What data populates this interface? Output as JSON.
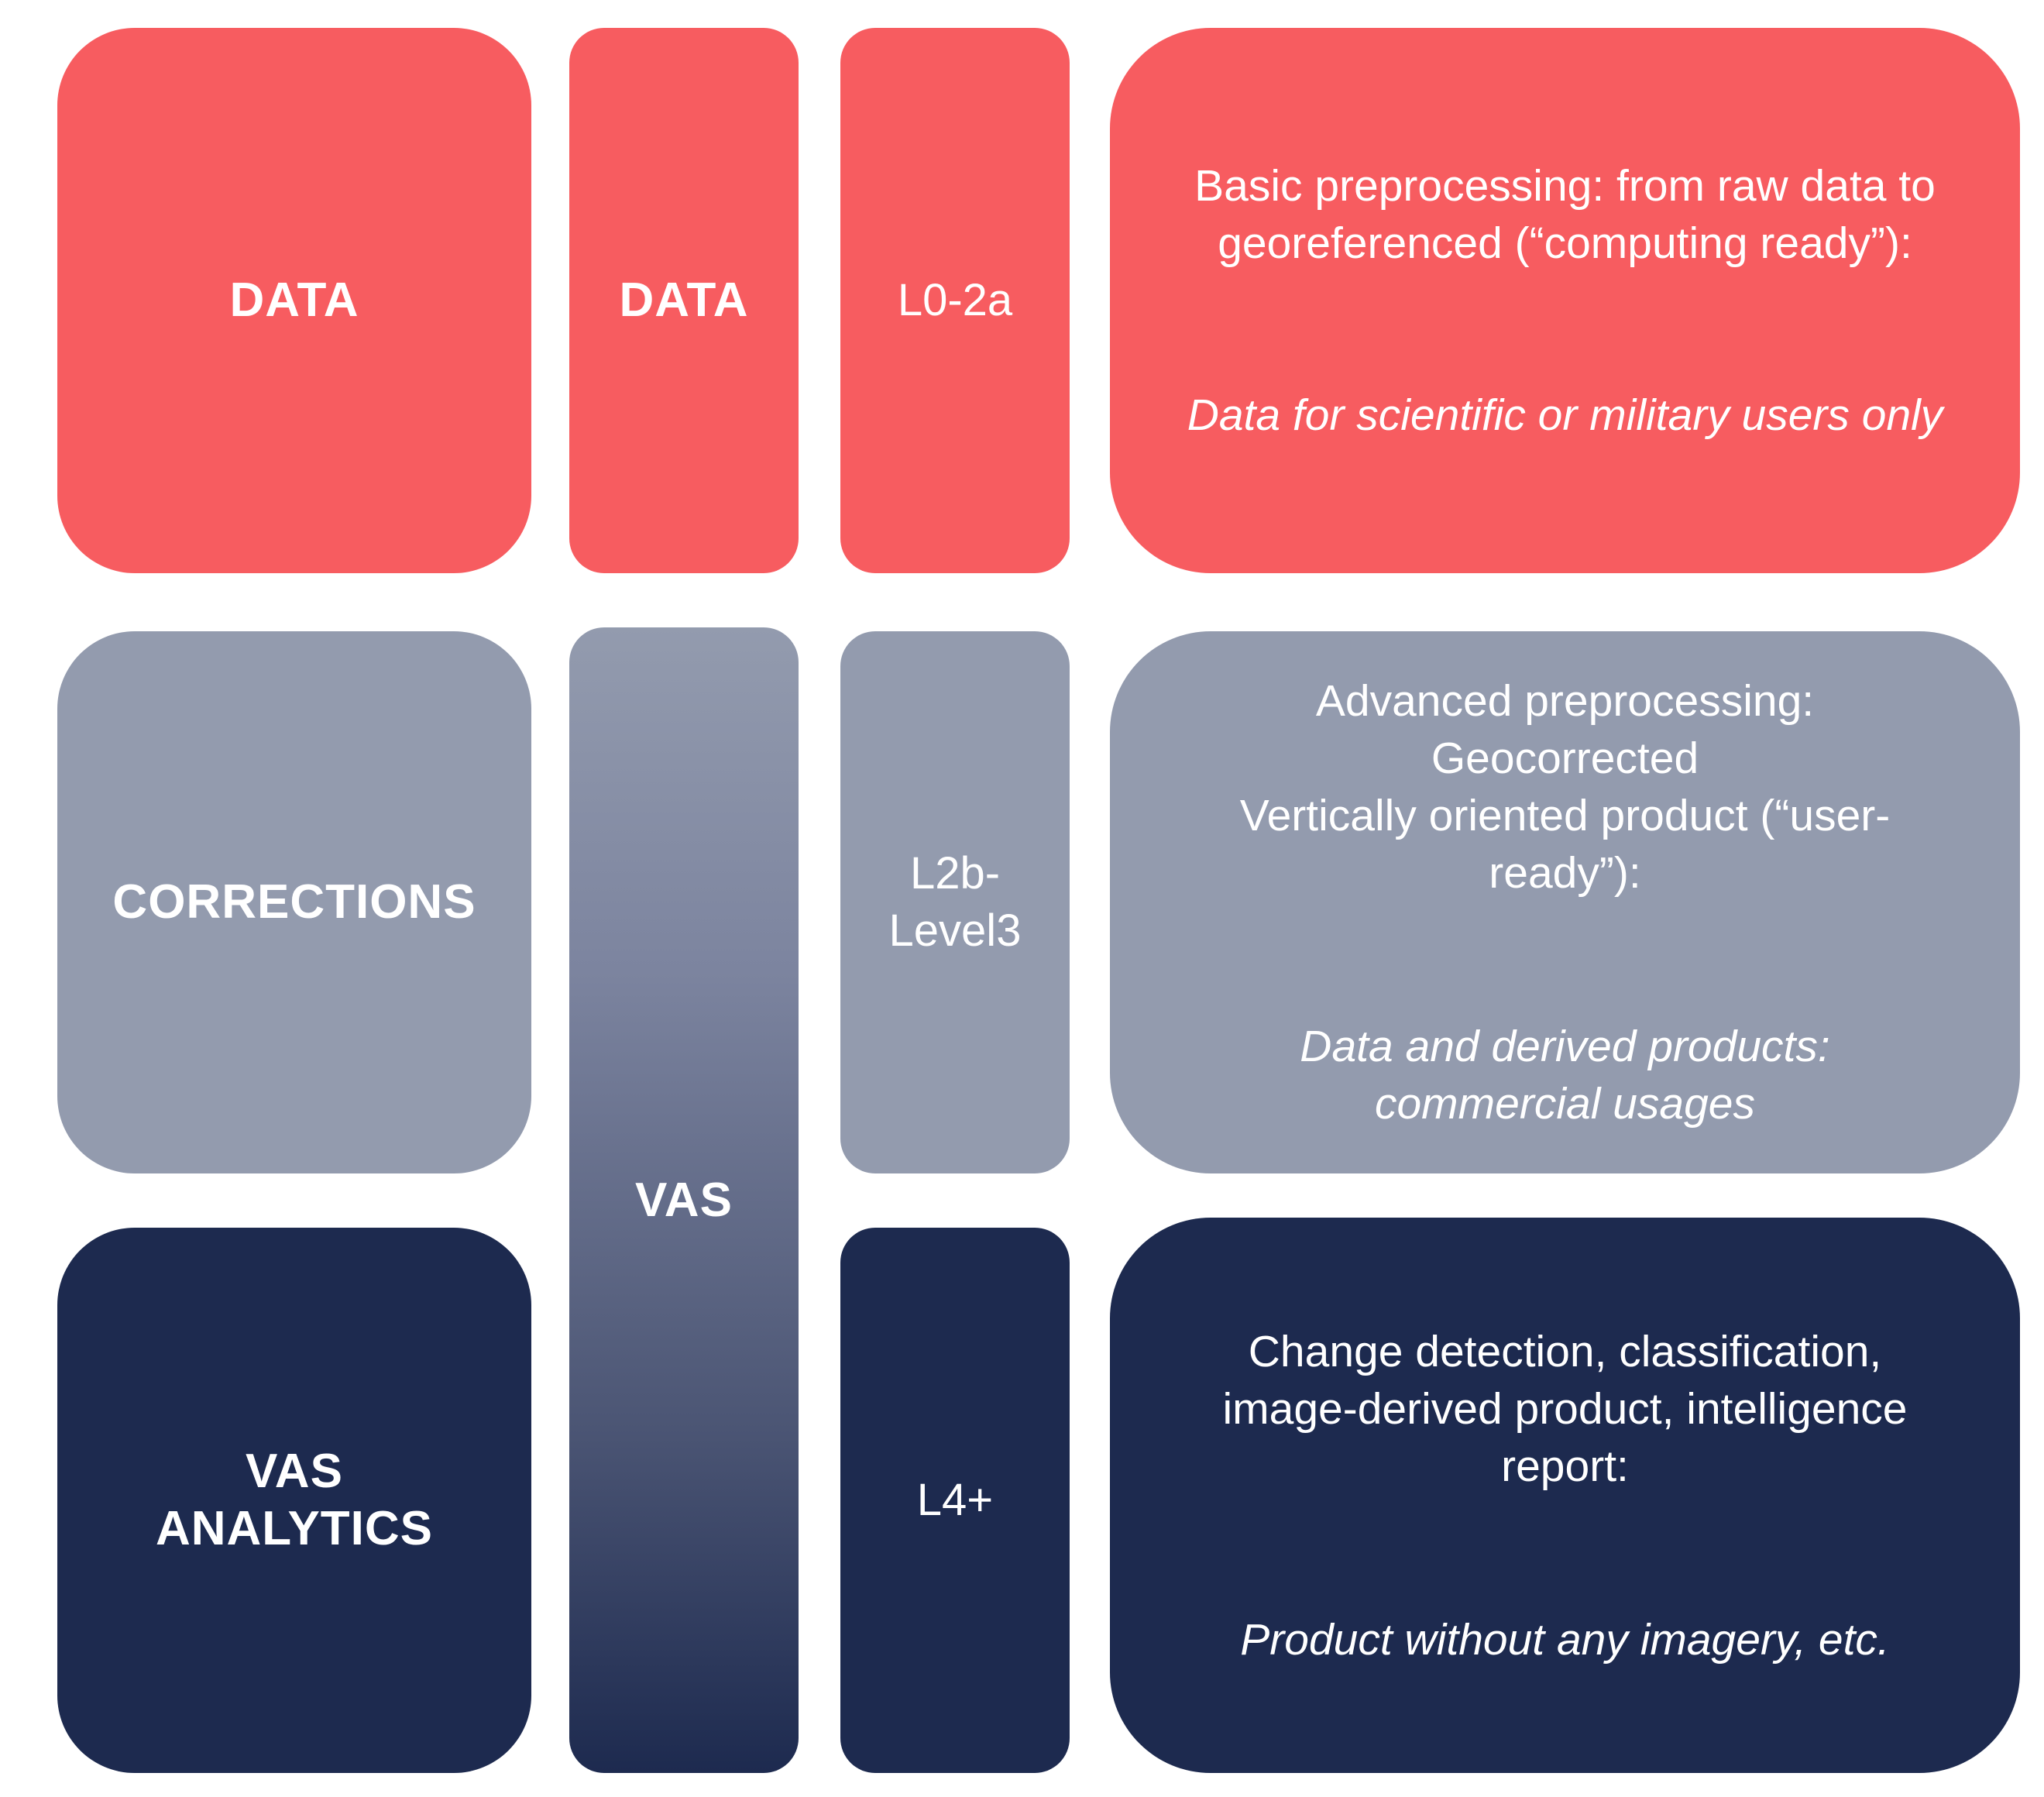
{
  "colors": {
    "red": "#f75c60",
    "gray": "#939bae",
    "navy": "#1d2a4f"
  },
  "rows": [
    {
      "category": "DATA",
      "group": "DATA",
      "level": "L0-2a",
      "description": [
        "Basic preprocessing: from raw data to",
        "georeferenced (“computing ready”):"
      ],
      "usage": [
        "Data for scientific or military users only"
      ]
    },
    {
      "category": "CORRECTIONS",
      "level": [
        "L2b-",
        "Level3"
      ],
      "description": [
        "Advanced preprocessing:",
        "Geocorrected",
        "Vertically oriented product (“user-",
        "ready”):"
      ],
      "usage": [
        "Data and derived products:",
        "commercial usages"
      ]
    },
    {
      "category": [
        "VAS",
        "ANALYTICS"
      ],
      "level": "L4+",
      "description": [
        "Change detection, classification,",
        "image-derived product, intelligence",
        "report:"
      ],
      "usage": [
        "Product without any imagery, etc."
      ]
    }
  ],
  "vas_group": "VAS"
}
